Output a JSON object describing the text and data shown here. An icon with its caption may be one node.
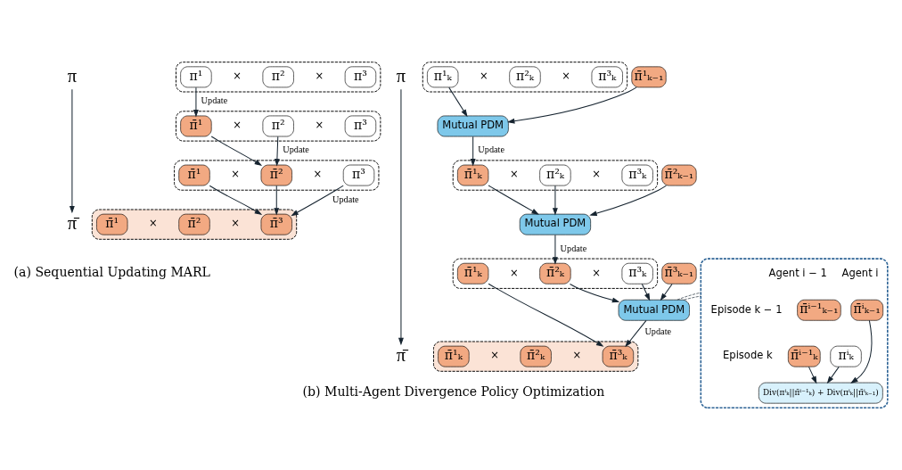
{
  "diagram": {
    "nodes": [
      {
        "text": [
          "π"
        ]
      },
      {
        "text": [
          "π̄"
        ]
      },
      {
        "text": [],
        "shape": "box"
      },
      {
        "text": [
          "π¹"
        ],
        "in": 2
      },
      {
        "text": [
          "π²"
        ],
        "in": 2
      },
      {
        "text": [
          "π³"
        ],
        "in": 2
      },
      {
        "text": [],
        "shape": "box"
      },
      {
        "text": [
          "π̄¹"
        ],
        "in": 6
      },
      {
        "text": [
          "π²"
        ],
        "in": 6
      },
      {
        "text": [
          "π³"
        ],
        "in": 6
      },
      {
        "text": [],
        "shape": "box"
      },
      {
        "text": [
          "π̄¹"
        ],
        "in": 10
      },
      {
        "text": [
          "π̄²"
        ],
        "in": 10
      },
      {
        "text": [
          "π³"
        ],
        "in": 10
      },
      {
        "text": [],
        "shape": "box"
      },
      {
        "text": [
          "π̄¹"
        ],
        "in": 14
      },
      {
        "text": [
          "π̄²"
        ],
        "in": 14
      },
      {
        "text": [
          "π̄³"
        ],
        "in": 14
      },
      {
        "text": [
          "π"
        ]
      },
      {
        "text": [
          "π̄"
        ]
      },
      {
        "text": [],
        "shape": "box"
      },
      {
        "text": [
          "π¹ₖ"
        ],
        "in": 20
      },
      {
        "text": [
          "π²ₖ"
        ],
        "in": 20
      },
      {
        "text": [
          "π³ₖ"
        ],
        "in": 20
      },
      {
        "text": [
          "π̄¹ₖ₋₁"
        ]
      },
      {
        "text": [
          "Mutual PDM"
        ]
      },
      {
        "text": [],
        "shape": "box"
      },
      {
        "text": [
          "π̄¹ₖ"
        ],
        "in": 26
      },
      {
        "text": [
          "π²ₖ"
        ],
        "in": 26
      },
      {
        "text": [
          "π³ₖ"
        ],
        "in": 26
      },
      {
        "text": [
          "π̄²ₖ₋₁"
        ]
      },
      {
        "text": [
          "Mutual PDM"
        ]
      },
      {
        "text": [],
        "shape": "box"
      },
      {
        "text": [
          "π̄¹ₖ"
        ],
        "in": 32
      },
      {
        "text": [
          "π̄²ₖ"
        ],
        "in": 32
      },
      {
        "text": [
          "π³ₖ"
        ],
        "in": 32
      },
      {
        "text": [
          "π̄³ₖ₋₁"
        ]
      },
      {
        "text": [
          "Mutual PDM"
        ]
      },
      {
        "text": [],
        "shape": "box"
      },
      {
        "text": [
          "π̄¹ₖ"
        ],
        "in": 38
      },
      {
        "text": [
          "π̄²ₖ"
        ],
        "in": 38
      },
      {
        "text": [
          "π̄³ₖ"
        ],
        "in": 38
      },
      {
        "text": [],
        "shape": "box"
      },
      {
        "text": [
          "π̄ⁱ⁻¹ₖ₋₁"
        ],
        "in": 42
      },
      {
        "text": [
          "π̄ⁱₖ₋₁"
        ],
        "in": 42
      },
      {
        "text": [
          "π̄ⁱ⁻¹ₖ"
        ],
        "in": 42
      },
      {
        "text": [
          "πⁱₖ"
        ],
        "in": 42
      },
      {
        "text": [
          "Div(πⁱₖ||π̄ⁱ⁻¹ₖ) + Div(πⁱₖ||π̄ⁱₖ₋₁)"
        ],
        "in": 42
      }
    ],
    "edges": [
      {
        "from": 0,
        "to": 1,
        "arrow": "to"
      },
      {
        "from": 3,
        "to": 7,
        "arrow": "to",
        "label": "Update"
      },
      {
        "from": 7,
        "to": 12,
        "arrow": "to"
      },
      {
        "from": 8,
        "to": 12,
        "arrow": "to",
        "label": "Update"
      },
      {
        "from": 11,
        "to": 17,
        "arrow": "to"
      },
      {
        "from": 12,
        "to": 17,
        "arrow": "to"
      },
      {
        "from": 13,
        "to": 17,
        "arrow": "to",
        "label": "Update"
      },
      {
        "from": 18,
        "to": 19,
        "arrow": "to"
      },
      {
        "from": 21,
        "to": 25,
        "arrow": "to"
      },
      {
        "from": 24,
        "to": 25,
        "arrow": "to"
      },
      {
        "from": 25,
        "to": 27,
        "arrow": "to",
        "label": "Update"
      },
      {
        "from": 27,
        "to": 31,
        "arrow": "to"
      },
      {
        "from": 28,
        "to": 31,
        "arrow": "to"
      },
      {
        "from": 30,
        "to": 31,
        "arrow": "to"
      },
      {
        "from": 31,
        "to": 34,
        "arrow": "to",
        "label": "Update"
      },
      {
        "from": 34,
        "to": 37,
        "arrow": "to"
      },
      {
        "from": 35,
        "to": 37,
        "arrow": "to"
      },
      {
        "from": 36,
        "to": 37,
        "arrow": "to"
      },
      {
        "from": 37,
        "to": 41,
        "arrow": "to",
        "label": "Update"
      },
      {
        "from": 33,
        "to": 41,
        "arrow": "to"
      },
      {
        "from": 37,
        "to": 42,
        "arrow": "none",
        "style": "dashed"
      },
      {
        "from": 37,
        "to": 42,
        "arrow": "none",
        "style": "dashed"
      },
      {
        "from": 45,
        "to": 47,
        "arrow": "to"
      },
      {
        "from": 46,
        "to": 47,
        "arrow": "to"
      },
      {
        "from": 44,
        "to": 47,
        "arrow": "to"
      }
    ],
    "labels": [
      "×",
      "×",
      "×",
      "×",
      "×",
      "×",
      "×",
      "×",
      "×",
      "×",
      "×",
      "×",
      "×",
      "×",
      "×",
      "×",
      "Agent i − 1",
      "Agent i",
      "Episode k − 1",
      "Episode k",
      "(a) Sequential Updating MARL",
      "(b) Multi-Agent Divergence Policy Optimization"
    ]
  }
}
